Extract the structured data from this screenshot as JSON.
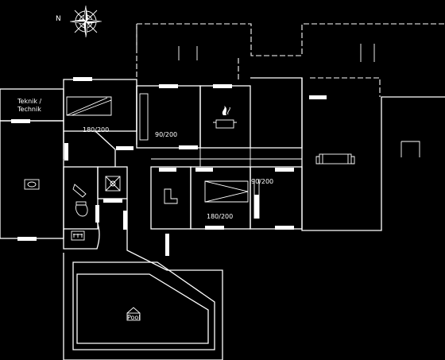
{
  "compass": {
    "north_letter": "N"
  },
  "rooms": {
    "utility_line1": "Teknik /",
    "utility_line2": "Technik",
    "bed1_size": "180/200",
    "bed2_size": "90/200",
    "bed3_size": "180/200",
    "bed4_size": "90/200",
    "pool_label": "Pool"
  },
  "icons": [
    "compass-icon",
    "bed-icon",
    "stove-icon",
    "sofa-icon",
    "table-icon",
    "washer-icon",
    "shower-icon",
    "toilet-icon",
    "sauna-icon",
    "pool-icon"
  ]
}
